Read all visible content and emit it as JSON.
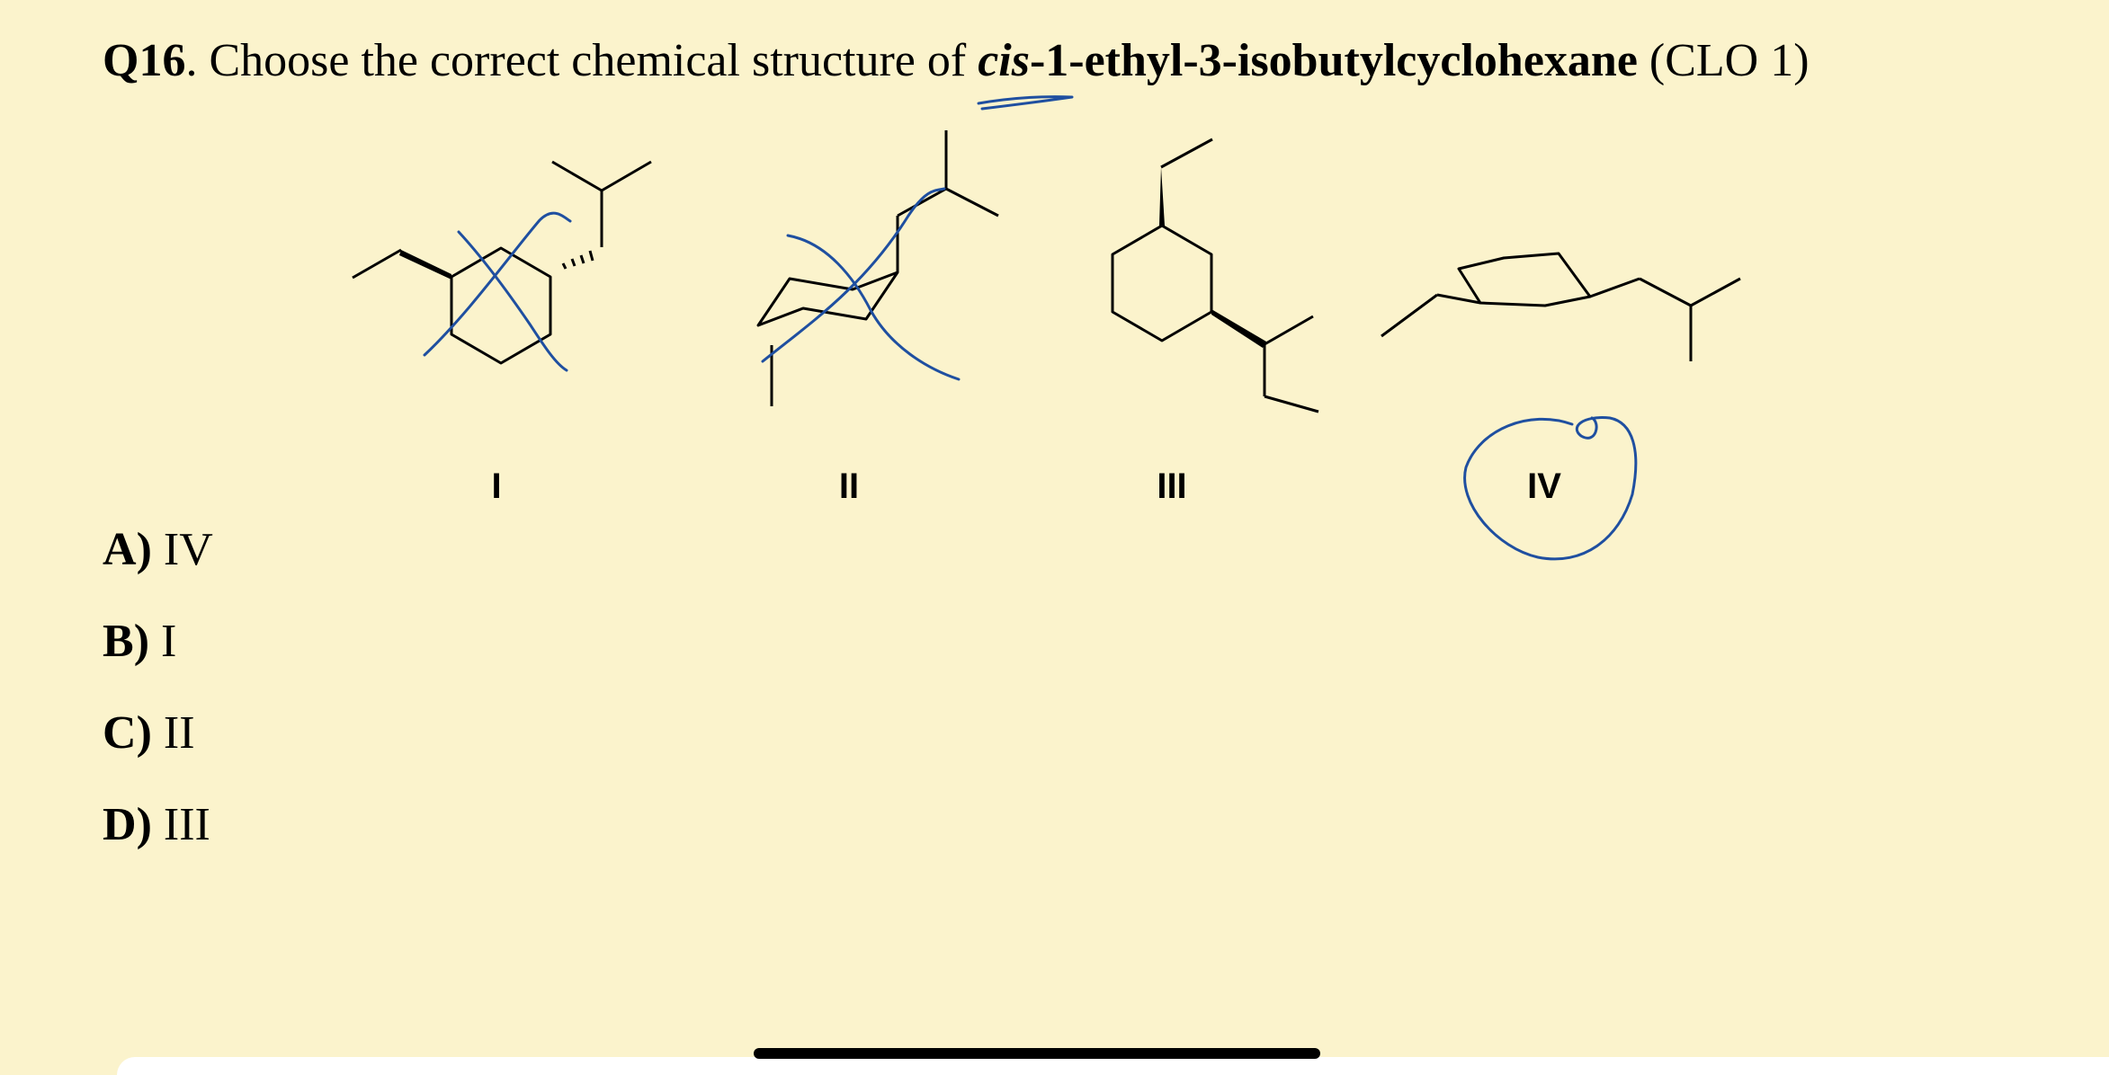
{
  "question": {
    "number": "Q16",
    "text_before": ". Choose the correct chemical structure of ",
    "italic_prefix": "cis",
    "compound_rest": "-1-ethyl-3-isobutylcyclohexane",
    "suffix": " (CLO 1)"
  },
  "structures": [
    {
      "label": "I",
      "annotation": "crossed-out"
    },
    {
      "label": "II",
      "annotation": "crossed-out"
    },
    {
      "label": "III",
      "annotation": "none"
    },
    {
      "label": "IV",
      "annotation": "circled"
    }
  ],
  "options": [
    {
      "letter": "A",
      "value": "IV"
    },
    {
      "letter": "B",
      "value": "I"
    },
    {
      "letter": "C",
      "value": "II"
    },
    {
      "letter": "D",
      "value": "III"
    }
  ],
  "colors": {
    "background": "#fbf3cc",
    "ink": "#000000",
    "pen": "#1f4fa0"
  }
}
